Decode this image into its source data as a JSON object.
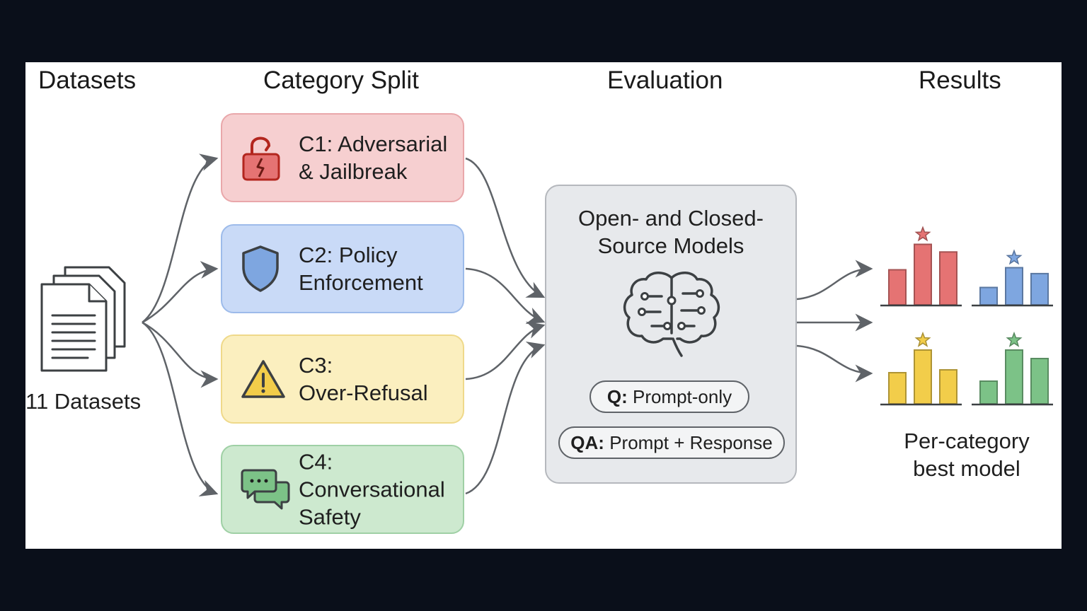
{
  "columns": {
    "datasets": "Datasets",
    "category_split": "Category Split",
    "evaluation": "Evaluation",
    "results": "Results"
  },
  "datasets": {
    "label": "11 Datasets",
    "icon": "document-stack-icon"
  },
  "categories": [
    {
      "line1": "C1: Adversarial",
      "line2": "& Jailbreak",
      "icon": "broken-lock-icon",
      "color": "#f6cfd0"
    },
    {
      "line1": "C2: Policy",
      "line2": "Enforcement",
      "icon": "shield-icon",
      "color": "#c9daf7"
    },
    {
      "line1": "C3:",
      "line2": "Over-Refusal",
      "icon": "warning-icon",
      "color": "#fbefbf"
    },
    {
      "line1": "C4:",
      "line2": "Conversational",
      "line3": "Safety",
      "icon": "chat-bubbles-icon",
      "color": "#cde9cf"
    }
  ],
  "evaluation": {
    "title_line1": "Open- and Closed-",
    "title_line2": "Source Models",
    "icon": "brain-circuit-icon",
    "modes": [
      {
        "key": "Q:",
        "text": " Prompt-only"
      },
      {
        "key": "QA:",
        "text": " Prompt + Response"
      }
    ]
  },
  "results": {
    "label_line1": "Per-category",
    "label_line2": "best model",
    "charts": [
      {
        "color": "#e57373",
        "values": [
          0.55,
          0.95,
          0.83
        ],
        "best": 1
      },
      {
        "color": "#7ea6e0",
        "values": [
          0.35,
          0.75,
          0.63
        ],
        "best": 1
      },
      {
        "color": "#f2cd4a",
        "values": [
          0.55,
          0.95,
          0.6
        ],
        "best": 1
      },
      {
        "color": "#7cc287",
        "values": [
          0.4,
          0.95,
          0.8
        ],
        "best": 1
      }
    ]
  }
}
